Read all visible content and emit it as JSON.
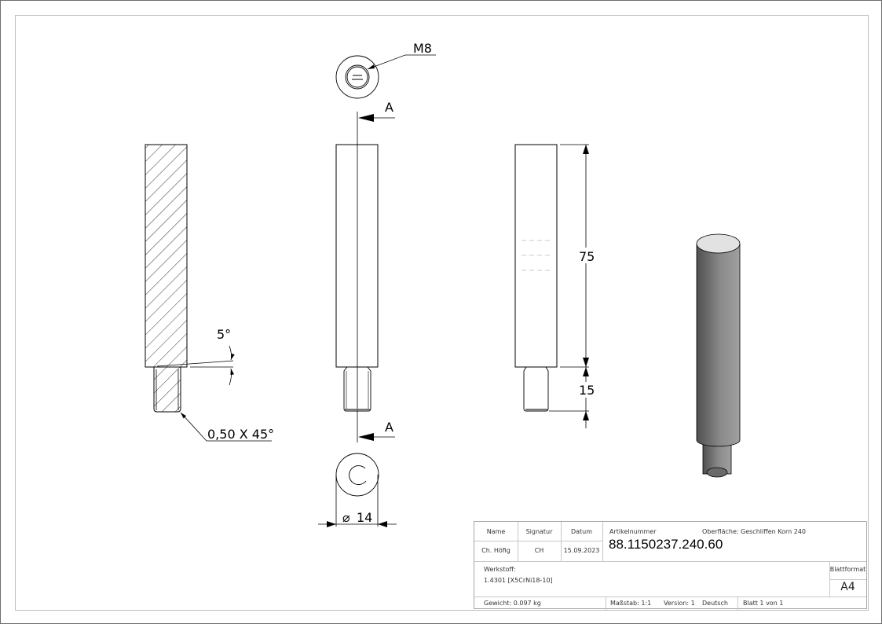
{
  "drawing": {
    "annotations": {
      "thread_label": "M8",
      "section_label_top": "A",
      "section_label_bottom": "A",
      "angle_label": "5°",
      "chamfer_label": "0,50 X 45°",
      "length_main": "75",
      "length_thread": "15",
      "diameter_label": "14",
      "diameter_symbol": "⌀"
    },
    "views": [
      "section-view",
      "front-view",
      "side-view",
      "top-view",
      "bottom-view",
      "isometric-view"
    ],
    "colors": {
      "line": "#000000",
      "frame": "#bdbdbd",
      "iso_dark": "#5a5a5a",
      "iso_light": "#9a9a9a",
      "iso_top": "#e2e2e2"
    }
  },
  "title_block": {
    "headers": {
      "name": "Name",
      "signature": "Signatur",
      "date": "Datum"
    },
    "values": {
      "name": "Ch. Höfig",
      "signature": "CH",
      "date": "15.09.2023"
    },
    "article_label": "Artikelnummer",
    "surface_label": "Oberfläche:",
    "surface_value": "Geschliffen Korn 240",
    "article_number": "88.1150237.240.60",
    "material_label": "Werkstoff:",
    "material_value": "1.4301 [X5CrNi18-10]",
    "format_label": "Blattformat",
    "format_value": "A4",
    "weight": "Gewicht: 0.097 kg",
    "scale": "Maßstab: 1:1",
    "version": "Version: 1",
    "language": "Deutsch",
    "sheet": "Blatt 1 von 1"
  }
}
